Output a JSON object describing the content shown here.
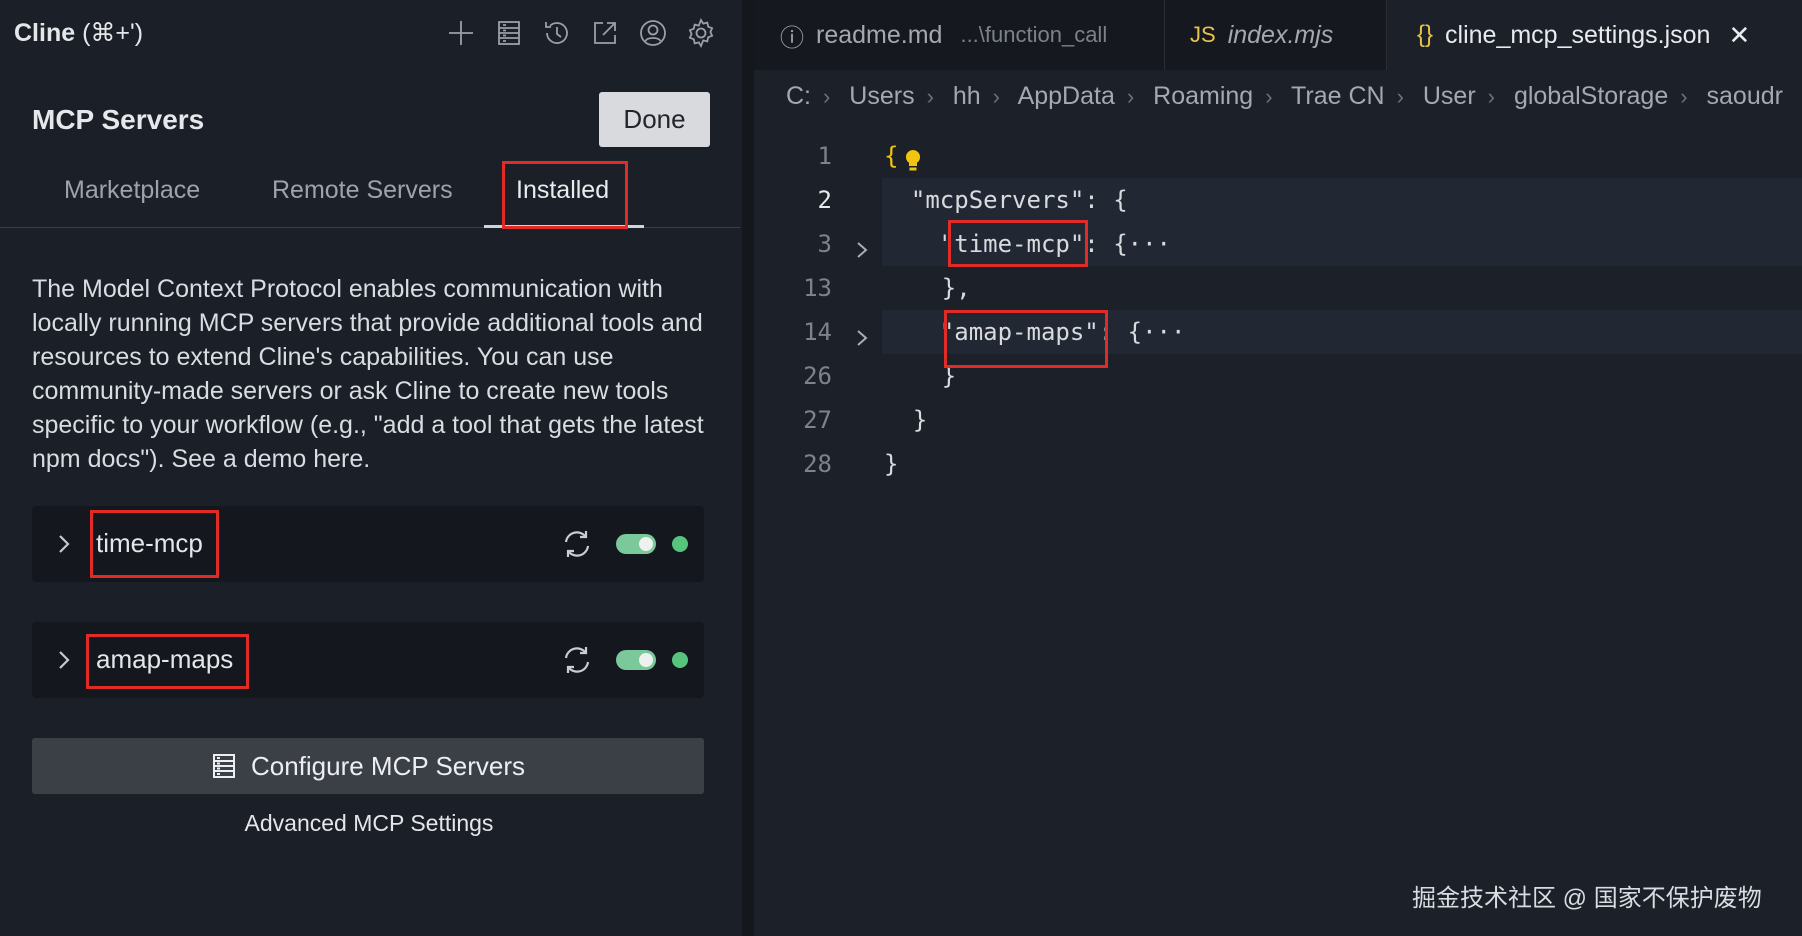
{
  "header": {
    "app_name": "Cline",
    "shortcut": "(⌘+')",
    "icons": [
      "plus-icon",
      "server-list-icon",
      "history-icon",
      "popout-icon",
      "account-icon",
      "gear-icon"
    ]
  },
  "mcp": {
    "title": "MCP Servers",
    "done_label": "Done",
    "tabs": [
      {
        "label": "Marketplace"
      },
      {
        "label": "Remote Servers"
      },
      {
        "label": "Installed",
        "active": true
      }
    ],
    "description": "The Model Context Protocol enables communication with locally running MCP servers that provide additional tools and resources to extend Cline's capabilities. You can use community-made servers or ask Cline to create new tools specific to your workflow (e.g., \"add a tool that gets the latest npm docs\"). See a demo here.",
    "servers": [
      {
        "name": "time-mcp",
        "enabled": true,
        "status_color": "#57c47e"
      },
      {
        "name": "amap-maps",
        "enabled": true,
        "status_color": "#57c47e"
      }
    ],
    "configure_label": "Configure MCP Servers",
    "advanced_label": "Advanced MCP Settings"
  },
  "editor": {
    "tabs": [
      {
        "icon": "ⓘ",
        "label": "readme.md",
        "hint": "...\\function_call"
      },
      {
        "icon": "JS",
        "label": "index.mjs"
      },
      {
        "icon": "{}",
        "label": "cline_mcp_settings.json",
        "active": true
      }
    ],
    "breadcrumb": [
      "C:",
      "Users",
      "hh",
      "AppData",
      "Roaming",
      "Trae CN",
      "User",
      "globalStorage",
      "saoudr"
    ],
    "lines": [
      {
        "n": "1",
        "text": "{"
      },
      {
        "n": "2",
        "text": "  \"mcpServers\": {"
      },
      {
        "n": "3",
        "text": "    \"time-mcp\": {···"
      },
      {
        "n": "13",
        "text": "    },"
      },
      {
        "n": "14",
        "text": "    \"amap-maps\": {···"
      },
      {
        "n": "26",
        "text": "    }"
      },
      {
        "n": "27",
        "text": "  }"
      },
      {
        "n": "28",
        "text": "}"
      }
    ]
  },
  "watermark": "掘金技术社区 @ 国家不保护废物",
  "colors": {
    "highlight": "#e02b27",
    "toggle_on": "#7bc89b",
    "status_ok": "#57c47e",
    "brace_yellow": "#f1c40f",
    "brace_purple": "#d17ad8",
    "brace_blue": "#4aa4ff"
  }
}
